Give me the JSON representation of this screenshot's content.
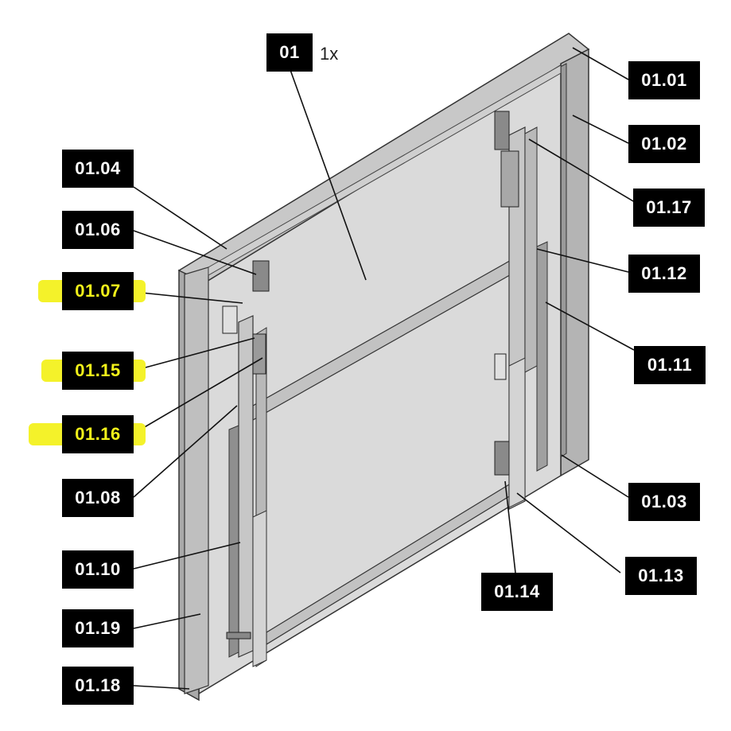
{
  "main_label": {
    "text": "01",
    "quantity": "1x"
  },
  "callouts": {
    "c0101": "01.01",
    "c0102": "01.02",
    "c0117": "01.17",
    "c0112": "01.12",
    "c0111": "01.11",
    "c0103": "01.03",
    "c0113": "01.13",
    "c0114": "01.14",
    "c0104": "01.04",
    "c0106": "01.06",
    "c0107": "01.07",
    "c0115": "01.15",
    "c0116": "01.16",
    "c0108": "01.08",
    "c0110": "01.10",
    "c0119": "01.19",
    "c0118": "01.18"
  },
  "highlighted": [
    "01.07",
    "01.15",
    "01.16"
  ],
  "colors": {
    "label_bg": "#000000",
    "label_text": "#ffffff",
    "highlight": "#f4f22a",
    "panel": "#d6d6d6",
    "frame": "#bdbdbd"
  }
}
